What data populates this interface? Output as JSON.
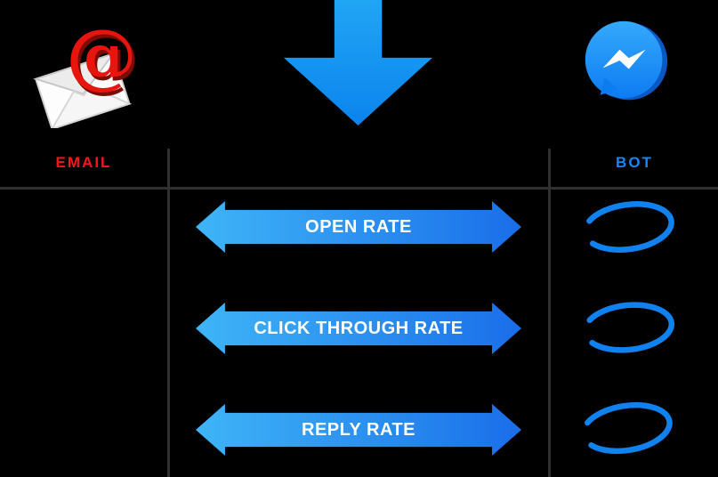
{
  "diagram": {
    "header": {
      "email_label": "EMAIL",
      "bot_label": "BOT"
    },
    "metrics": [
      {
        "label": "OPEN RATE"
      },
      {
        "label": "CLICK THROUGH RATE"
      },
      {
        "label": "REPLY RATE"
      }
    ],
    "icons": {
      "left": "email-at-icon",
      "center": "down-arrow-icon",
      "right": "messenger-icon"
    },
    "colors": {
      "background": "#000000",
      "grid_line": "#303030",
      "email_label": "#f8151b",
      "bot_label": "#1a86f2",
      "big_arrow_start": "#21a5f4",
      "big_arrow_end": "#0b84ee",
      "arrow_start": "#3fb5f7",
      "arrow_end": "#1a6ee9",
      "circle_stroke": "#0f82f0",
      "metric_text": "#ffffff"
    }
  }
}
